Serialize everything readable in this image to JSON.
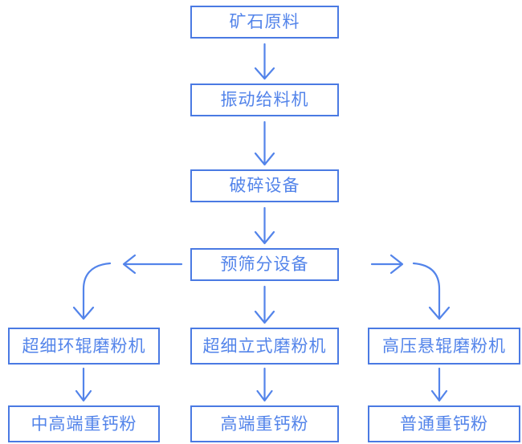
{
  "diagram": {
    "title": "",
    "colors": {
      "box_border": "#4a7ae3",
      "text": "#5384ea",
      "arrow": "#5384ea",
      "background": "#ffffff"
    },
    "nodes": {
      "ore": "矿石原料",
      "feeder": "振动给料机",
      "crusher": "破碎设备",
      "prescreen": "预筛分设备",
      "mill_left": "超细环辊磨粉机",
      "mill_center": "超细立式磨粉机",
      "mill_right": "高压悬辊磨粉机",
      "product_left": "中高端重钙粉",
      "product_center": "高端重钙粉",
      "product_right": "普通重钙粉"
    },
    "connectors": [
      {
        "name": "ore-to-feeder",
        "from": "ore",
        "to": "feeder",
        "type": "arrow-down"
      },
      {
        "name": "feeder-to-crusher",
        "from": "feeder",
        "to": "crusher",
        "type": "arrow-down"
      },
      {
        "name": "crusher-to-prescreen",
        "from": "crusher",
        "to": "prescreen",
        "type": "arrow-down"
      },
      {
        "name": "prescreen-to-left",
        "from": "prescreen",
        "to": "mill_left",
        "type": "arrow-left"
      },
      {
        "name": "prescreen-curve-left",
        "from": "prescreen",
        "to": "mill_left",
        "type": "curve-down-left"
      },
      {
        "name": "prescreen-to-center",
        "from": "prescreen",
        "to": "mill_center",
        "type": "arrow-down"
      },
      {
        "name": "prescreen-to-right",
        "from": "prescreen",
        "to": "mill_right",
        "type": "arrow-right"
      },
      {
        "name": "prescreen-curve-right",
        "from": "prescreen",
        "to": "mill_right",
        "type": "curve-down-right"
      },
      {
        "name": "mill-left-to-product",
        "from": "mill_left",
        "to": "product_left",
        "type": "arrow-down"
      },
      {
        "name": "mill-center-to-product",
        "from": "mill_center",
        "to": "product_center",
        "type": "arrow-down"
      },
      {
        "name": "mill-right-to-product",
        "from": "mill_right",
        "to": "product_right",
        "type": "arrow-down"
      }
    ]
  }
}
